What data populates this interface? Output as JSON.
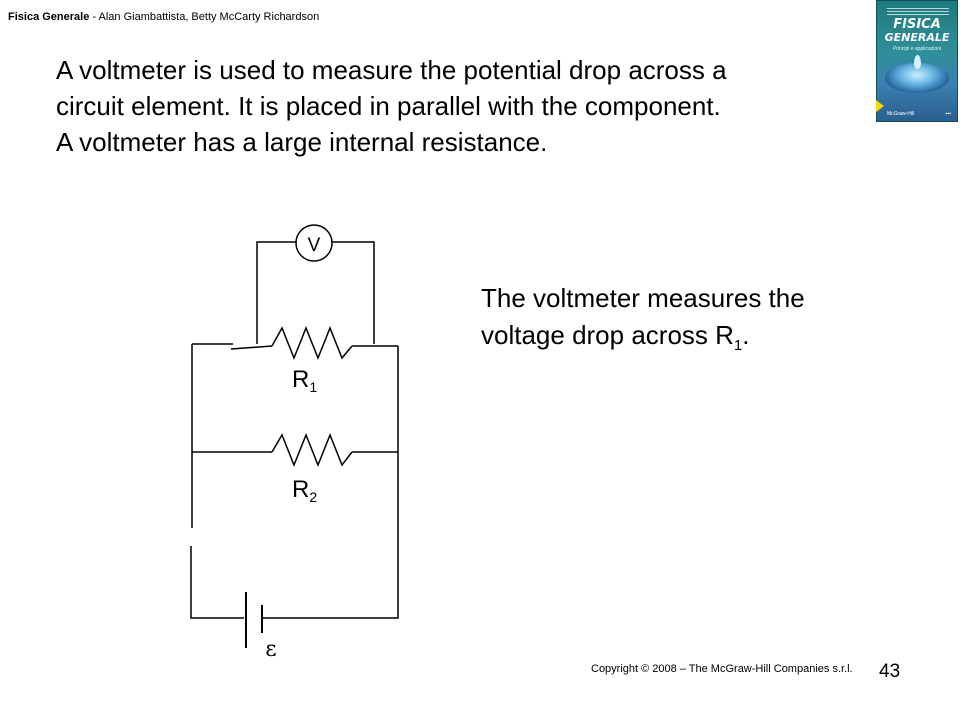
{
  "header": {
    "book_title": "Fisica Generale",
    "separator": " - ",
    "authors": "Alan Giambattista, Betty McCarty Richardson"
  },
  "cover": {
    "title_line1": "FISICA",
    "title_line2": "GENERALE",
    "subtitle": "Principi e applicazioni",
    "publisher": "McGraw-Hill"
  },
  "main_text": {
    "line1": "A voltmeter is used to measure the potential drop across a",
    "line2": "circuit element.  It is placed in parallel with the component.",
    "line3": "A voltmeter has a large internal resistance."
  },
  "side_text": {
    "line1": "The voltmeter measures the",
    "line2_prefix": "voltage drop across R",
    "line2_sub": "1",
    "line2_suffix": "."
  },
  "circuit": {
    "voltmeter_label": "V",
    "r1_label": "R",
    "r1_sub": "1",
    "r2_label": "R",
    "r2_sub": "2",
    "emf_label": "ε"
  },
  "footer": {
    "copyright": "Copyright © 2008 – The McGraw-Hill Companies s.r.l.",
    "page_number": "43"
  }
}
